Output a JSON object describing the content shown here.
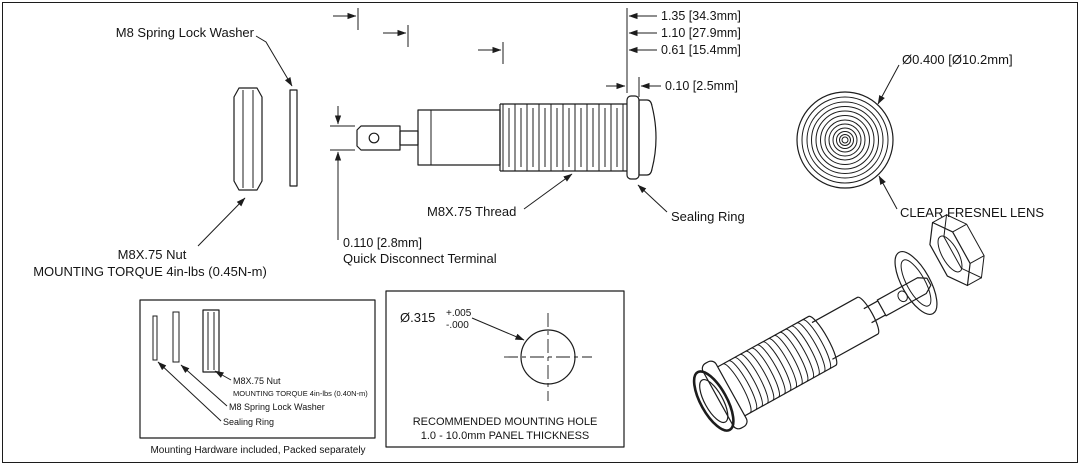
{
  "colors": {
    "line": "#1c1c1c",
    "background": "#ffffff"
  },
  "side_view": {
    "spring_lock_washer_label": "M8 Spring Lock Washer",
    "nut_label": "M8X.75 Nut",
    "mounting_torque_label": "MOUNTING TORQUE 4in-lbs (0.45N-m)",
    "dim_overall": "1.35 [34.3mm]",
    "dim_body": "1.10 [27.9mm]",
    "dim_thread": "0.61 [15.4mm]",
    "dim_flange": "0.10 [2.5mm]",
    "dim_terminal": "0.110 [2.8mm]",
    "terminal_label": "Quick Disconnect Terminal",
    "thread_label": "M8X.75 Thread",
    "sealing_ring_label": "Sealing Ring"
  },
  "front_view": {
    "lens_diameter": "Ø0.400 [Ø10.2mm]",
    "lens_label": "CLEAR FRESNEL LENS"
  },
  "hardware_inset": {
    "nut_label": "M8X.75 Nut",
    "torque_label": "MOUNTING TORQUE 4in-lbs (0.40N-m)",
    "washer_label": "M8 Spring Lock Washer",
    "sealing_ring_label": "Sealing Ring",
    "caption": "Mounting Hardware included, Packed separately"
  },
  "mounting_hole": {
    "diameter": "Ø.315",
    "tolerance_plus": "+.005",
    "tolerance_minus": "-.000",
    "title": "RECOMMENDED MOUNTING HOLE",
    "subtitle": "1.0 - 10.0mm PANEL THICKNESS"
  }
}
